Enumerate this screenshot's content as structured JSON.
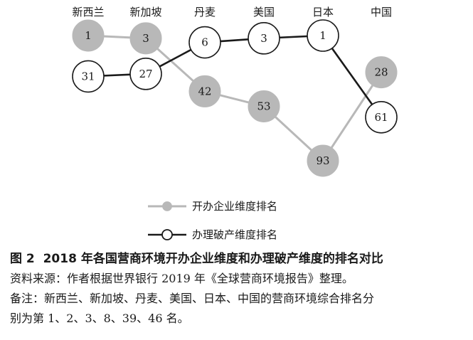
{
  "chart_data": {
    "type": "line",
    "categories": [
      "新西兰",
      "新加坡",
      "丹麦",
      "美国",
      "日本",
      "中国"
    ],
    "series": [
      {
        "name": "开办企业维度排名",
        "values": [
          1,
          3,
          42,
          53,
          93,
          28
        ],
        "color": "#b8b8b8",
        "marker": "filled"
      },
      {
        "name": "办理破产维度排名",
        "values": [
          31,
          27,
          6,
          3,
          1,
          61
        ],
        "color": "#1a1a1a",
        "marker": "hollow"
      }
    ],
    "legend_position": "bottom",
    "grid": false
  },
  "caption": {
    "fig_number": "图 2",
    "fig_title": "2018 年各国营商环境开办企业维度和办理破产维度的排名对比",
    "source": "资料来源：作者根据世界银行 2019 年《全球营商环境报告》整理。",
    "note_line1": "备注：新西兰、新加坡、丹麦、美国、日本、中国的营商环境综合排名分",
    "note_line2": "别为第 1、2、3、8、39、46 名。"
  }
}
